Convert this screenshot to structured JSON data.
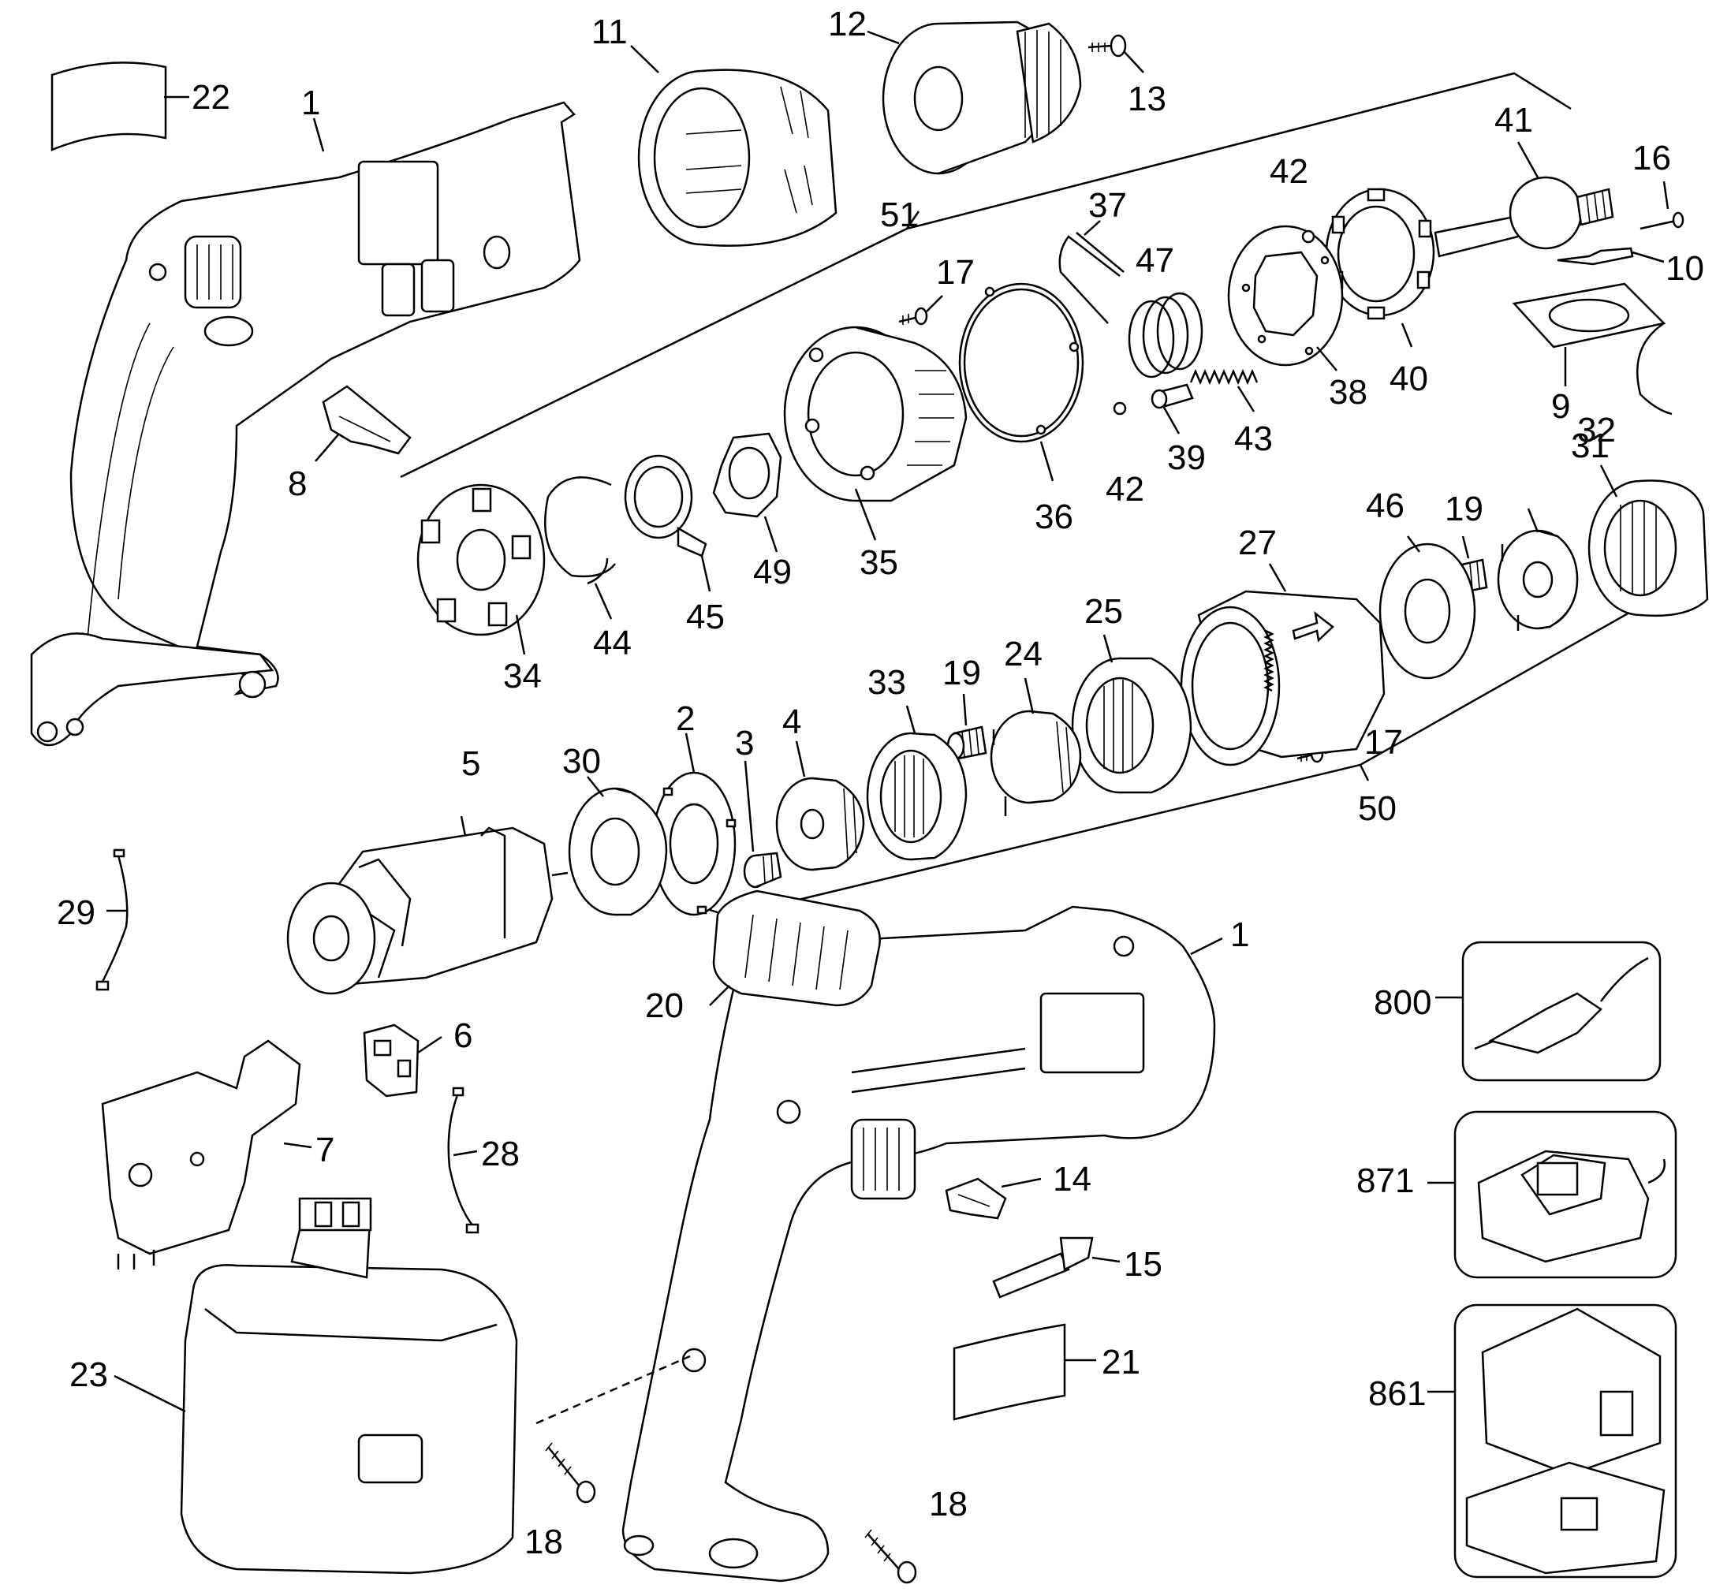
{
  "diagram": {
    "labels": {
      "p1_top": "1",
      "p1_bottom": "1",
      "p2": "2",
      "p3": "3",
      "p4": "4",
      "p5": "5",
      "p6": "6",
      "p7": "7",
      "p8": "8",
      "p9": "9",
      "p10": "10",
      "p11": "11",
      "p12": "12",
      "p13": "13",
      "p14": "14",
      "p15": "15",
      "p16": "16",
      "p17_upper": "17",
      "p17_lower": "17",
      "p18_left": "18",
      "p18_right": "18",
      "p19_upper": "19",
      "p19_lower": "19",
      "p20": "20",
      "p21": "21",
      "p22": "22",
      "p23": "23",
      "p24": "24",
      "p25": "25",
      "p27": "27",
      "p28": "28",
      "p29": "29",
      "p30": "30",
      "p31": "31",
      "p32": "32",
      "p33": "33",
      "p34": "34",
      "p35": "35",
      "p36": "36",
      "p37": "37",
      "p38": "38",
      "p39": "39",
      "p40": "40",
      "p41": "41",
      "p42_upper": "42",
      "p42_lower": "42",
      "p43": "43",
      "p44": "44",
      "p45": "45",
      "p46": "46",
      "p47": "47",
      "p49": "49",
      "p50": "50",
      "p51": "51",
      "p800": "800",
      "p861": "861",
      "p871": "871"
    }
  }
}
